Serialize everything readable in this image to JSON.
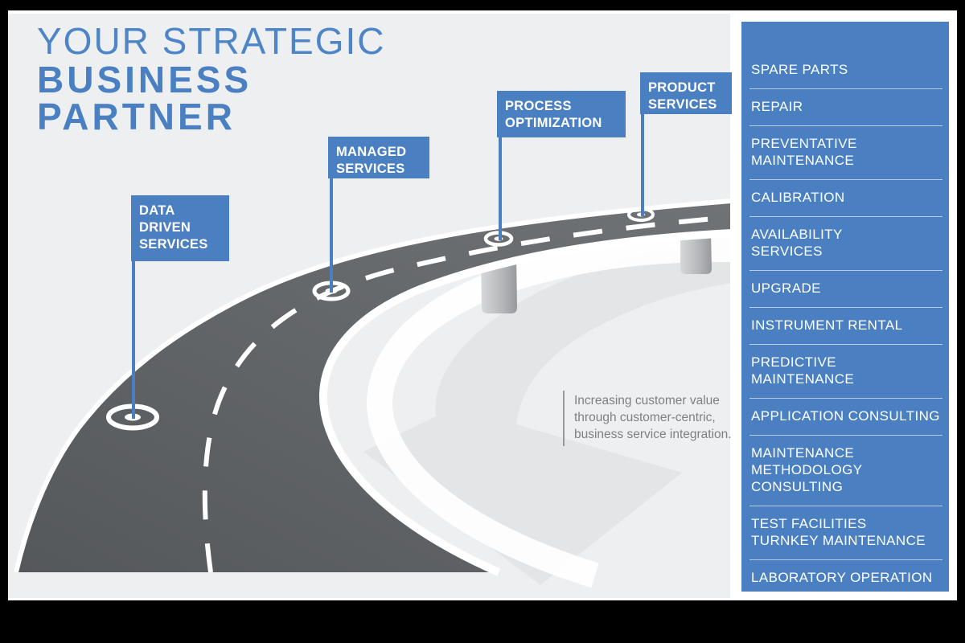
{
  "title": {
    "line1": "YOUR STRATEGIC",
    "line2": "BUSINESS",
    "line3": "PARTNER"
  },
  "milestones": [
    {
      "label": "DATA\nDRIVEN\nSERVICES"
    },
    {
      "label": "MANAGED\nSERVICES"
    },
    {
      "label": "PROCESS\nOPTIMIZATION"
    },
    {
      "label": "PRODUCT\nSERVICES"
    }
  ],
  "annotation": {
    "text": "Increasing customer value\nthrough customer-centric,\nbusiness service integration."
  },
  "services_panel": {
    "items": [
      "SPARE PARTS",
      "REPAIR",
      "PREVENTATIVE\nMAINTENANCE",
      "CALIBRATION",
      "AVAILABILITY\nSERVICES",
      "UPGRADE",
      "INSTRUMENT RENTAL",
      "PREDICTIVE\nMAINTENANCE",
      "APPLICATION CONSULTING",
      "MAINTENANCE\nMETHODOLOGY\nCONSULTING",
      "TEST FACILITIES\nTURNKEY MAINTENANCE",
      "LABORATORY OPERATION"
    ]
  },
  "colors": {
    "accent_blue": "#4a80c2",
    "title_blue": "#4d85c7",
    "canvas_gray": "#edeff1",
    "road_dark": "#55585b",
    "road_light": "#707376",
    "arrow_gray": "#e3e5e7",
    "annotation_gray": "#7e8184",
    "frame_black": "#000000",
    "text_white": "#ffffff"
  }
}
